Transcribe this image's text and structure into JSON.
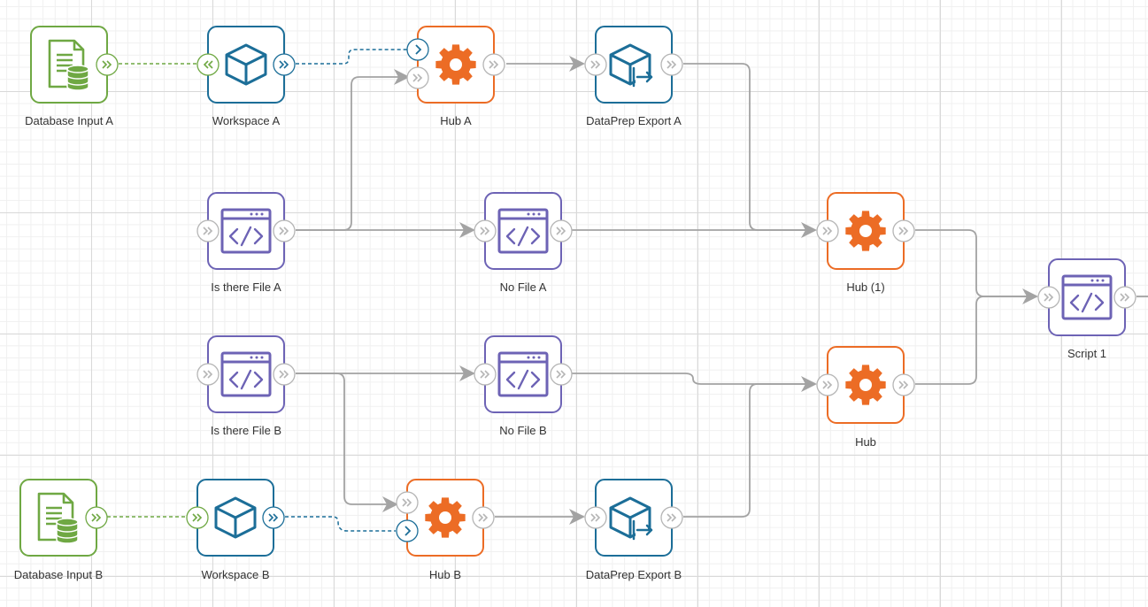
{
  "colors": {
    "database": "#6fa843",
    "workspace": "#1c6e98",
    "hub": "#ec6c25",
    "script": "#6d63b5",
    "export": "#1c6e98",
    "connector": "#a3a3a3",
    "dashed_green": "#6fa843",
    "dashed_blue": "#1c6e98"
  },
  "nodes": {
    "database_input_a": {
      "label": "Database Input A",
      "type": "database"
    },
    "workspace_a": {
      "label": "Workspace A",
      "type": "workspace"
    },
    "hub_a": {
      "label": "Hub A",
      "type": "hub"
    },
    "dataprep_export_a": {
      "label": "DataPrep Export A",
      "type": "export"
    },
    "is_there_file_a": {
      "label": "Is there File A",
      "type": "script"
    },
    "no_file_a": {
      "label": "No File A",
      "type": "script"
    },
    "hub_1": {
      "label": "Hub (1)",
      "type": "hub"
    },
    "script_1": {
      "label": "Script 1",
      "type": "script"
    },
    "is_there_file_b": {
      "label": "Is there File B",
      "type": "script"
    },
    "no_file_b": {
      "label": "No File B",
      "type": "script"
    },
    "hub": {
      "label": "Hub",
      "type": "hub"
    },
    "database_input_b": {
      "label": "Database Input B",
      "type": "database"
    },
    "workspace_b": {
      "label": "Workspace B",
      "type": "workspace"
    },
    "hub_b": {
      "label": "Hub B",
      "type": "hub"
    },
    "dataprep_export_b": {
      "label": "DataPrep Export B",
      "type": "export"
    }
  },
  "connections": [
    {
      "from": "database_input_a",
      "to": "workspace_a",
      "style": "dashed-green"
    },
    {
      "from": "workspace_a",
      "to": "hub_a",
      "style": "dashed-blue"
    },
    {
      "from": "hub_a",
      "to": "dataprep_export_a",
      "style": "solid"
    },
    {
      "from": "is_there_file_a",
      "to": "hub_a",
      "style": "solid"
    },
    {
      "from": "is_there_file_a",
      "to": "no_file_a",
      "style": "solid"
    },
    {
      "from": "dataprep_export_a",
      "to": "hub_1",
      "style": "solid"
    },
    {
      "from": "no_file_a",
      "to": "hub_1",
      "style": "solid"
    },
    {
      "from": "hub_1",
      "to": "script_1",
      "style": "solid"
    },
    {
      "from": "hub",
      "to": "script_1",
      "style": "solid"
    },
    {
      "from": "is_there_file_b",
      "to": "no_file_b",
      "style": "solid"
    },
    {
      "from": "is_there_file_b",
      "to": "hub_b",
      "style": "solid"
    },
    {
      "from": "no_file_b",
      "to": "hub",
      "style": "solid"
    },
    {
      "from": "dataprep_export_b",
      "to": "hub",
      "style": "solid"
    },
    {
      "from": "database_input_b",
      "to": "workspace_b",
      "style": "dashed-green"
    },
    {
      "from": "workspace_b",
      "to": "hub_b",
      "style": "dashed-blue"
    },
    {
      "from": "hub_b",
      "to": "dataprep_export_b",
      "style": "solid"
    }
  ]
}
